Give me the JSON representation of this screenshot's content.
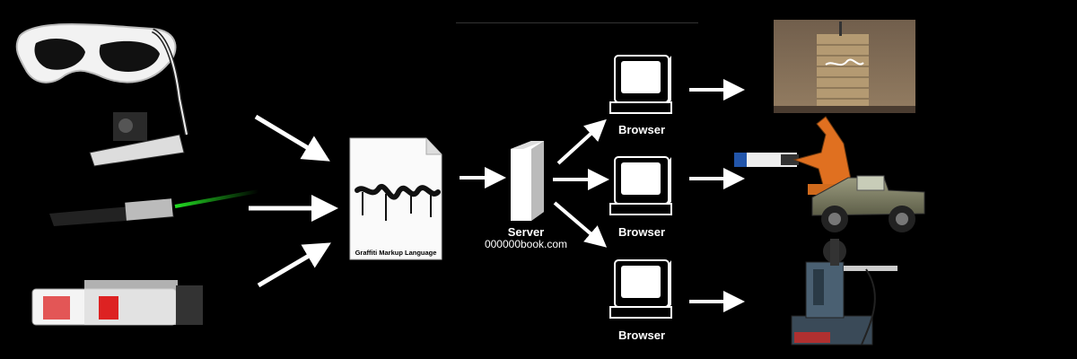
{
  "document": {
    "caption": "Graffiti Markup Language",
    "tag_icon": "graffiti-tag-icon"
  },
  "server": {
    "label": "Server",
    "url": "000000book.com"
  },
  "browsers": [
    {
      "label": "Browser"
    },
    {
      "label": "Browser"
    },
    {
      "label": "Browser"
    }
  ],
  "inputs": [
    "eyewriter-glasses",
    "laser-pointer",
    "marker"
  ],
  "outputs": [
    "building-projection",
    "robot-arm-on-jeep",
    "drawing-machine"
  ],
  "colors": {
    "background": "#000000",
    "arrow": "#ffffff",
    "laser": "#22dd22"
  }
}
